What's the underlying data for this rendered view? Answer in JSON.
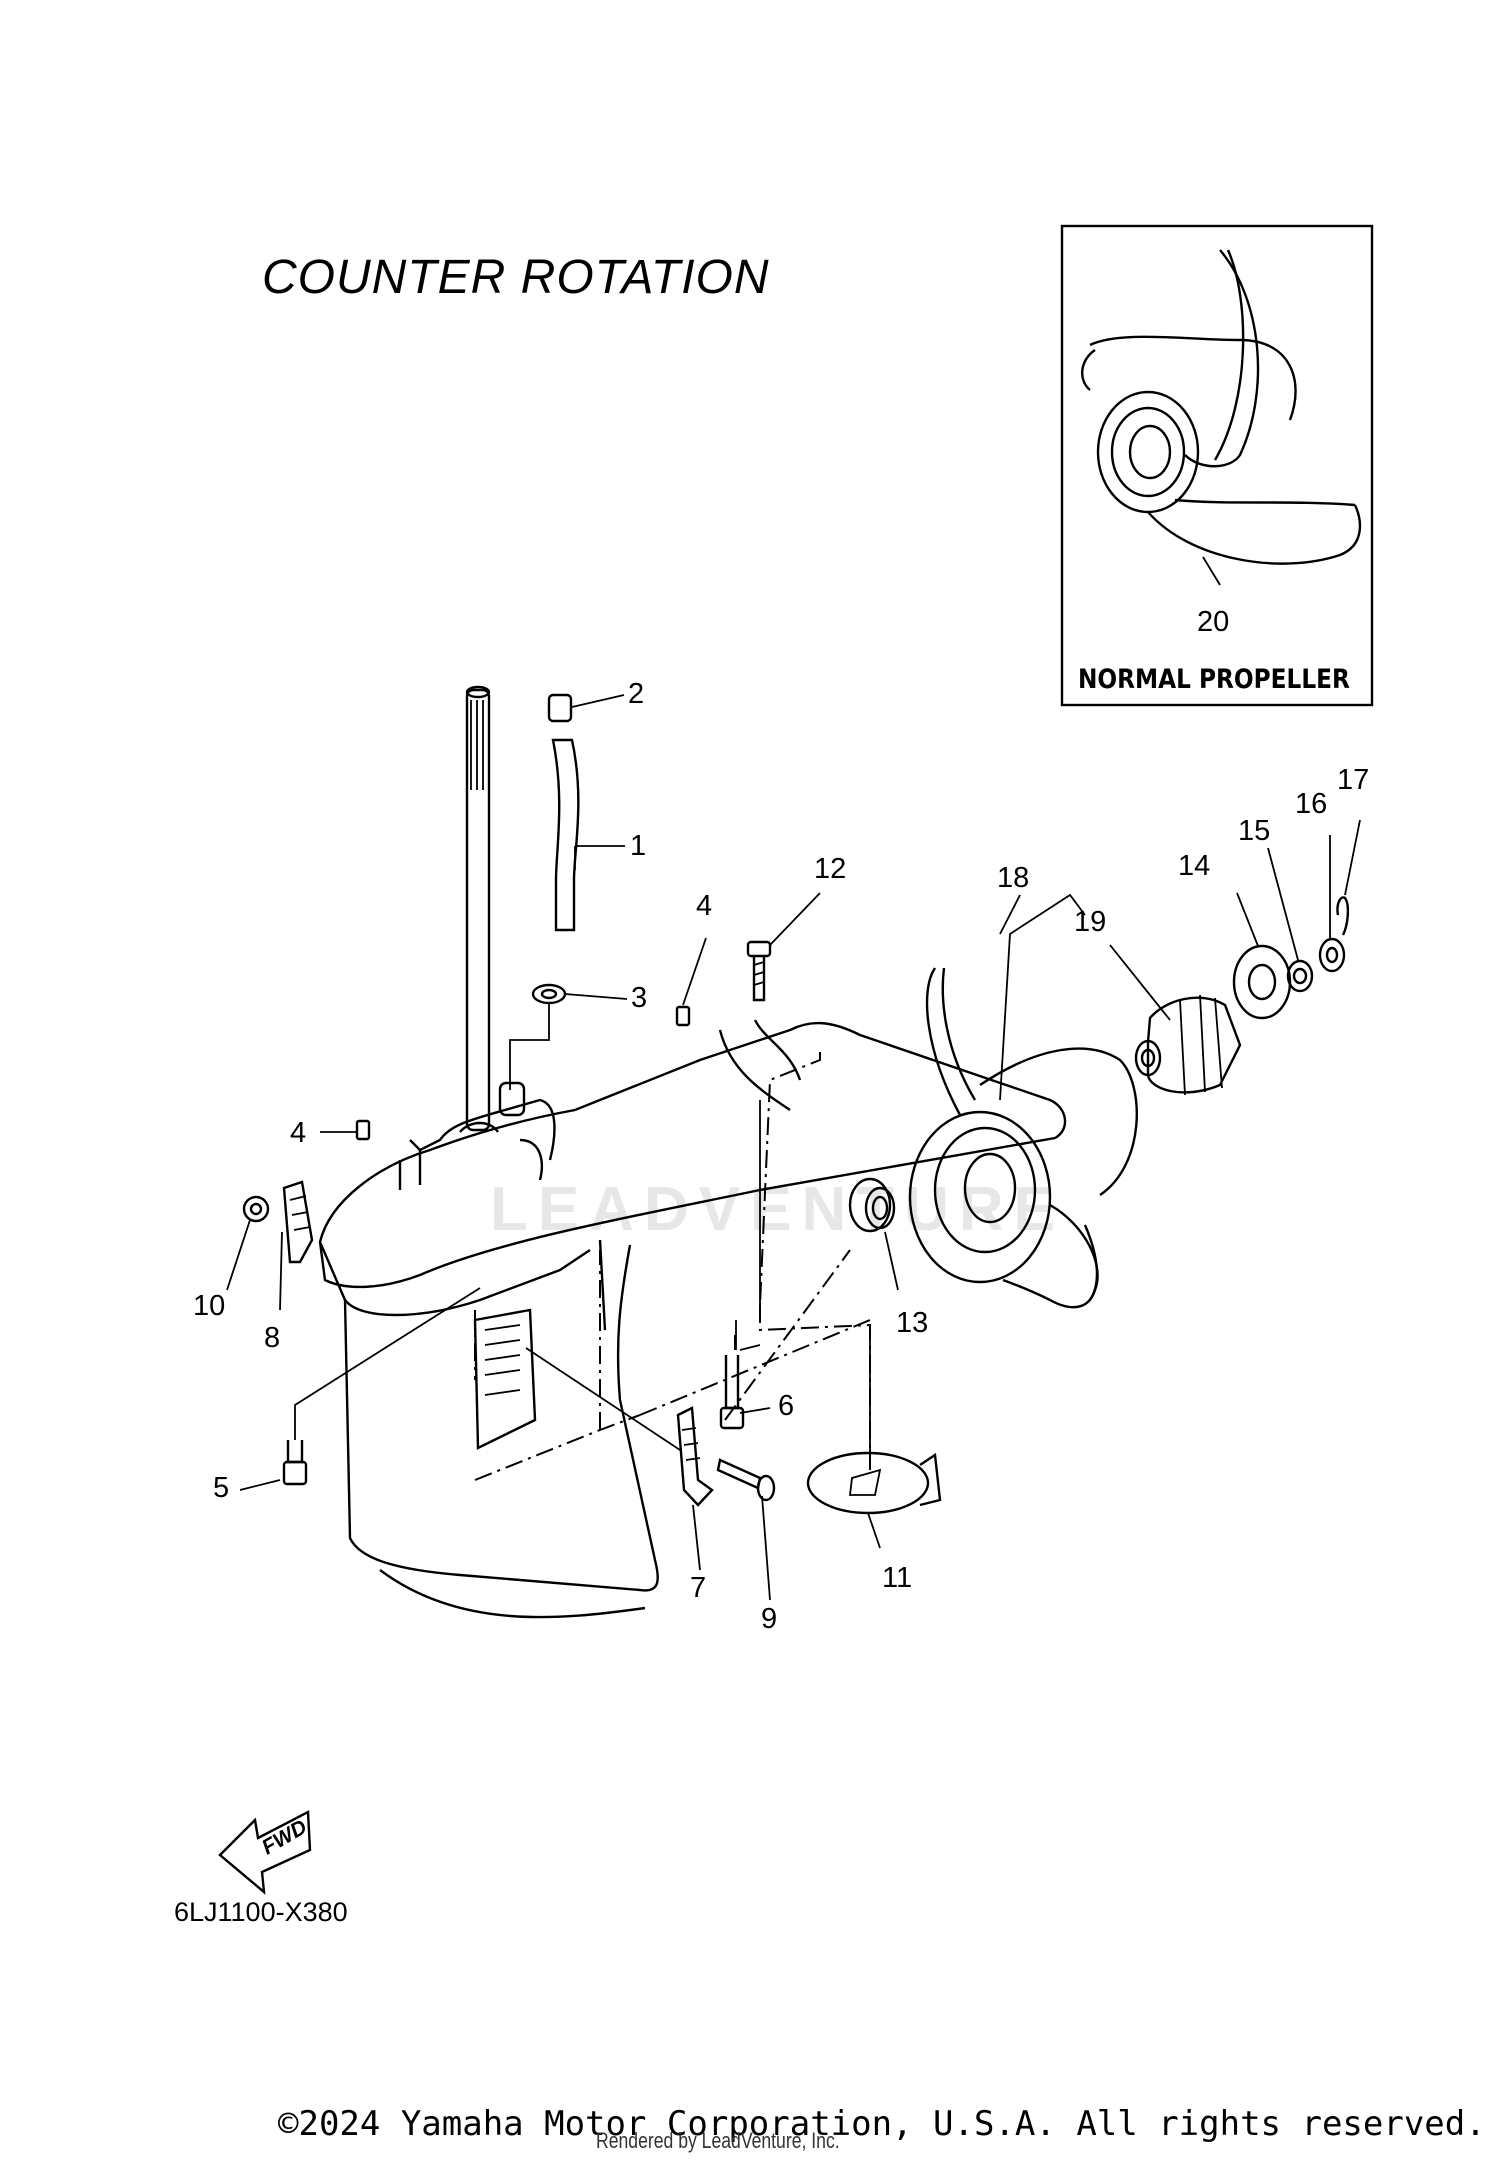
{
  "title": "COUNTER  ROTATION",
  "inset": {
    "caption": "NORMAL PROPELLER"
  },
  "diagram_code": "6LJ1100-X380",
  "fwd_label": "FWD",
  "watermark": "LEADVENTURE",
  "footer": {
    "copyright": "©2024 Yamaha Motor Corporation, U.S.A. All rights reserved.",
    "rendered_by": "Rendered by LeadVenture, Inc."
  },
  "callouts": {
    "c1": "1",
    "c2": "2",
    "c3": "3",
    "c4a": "4",
    "c4b": "4",
    "c5": "5",
    "c6": "6",
    "c7": "7",
    "c8": "8",
    "c9": "9",
    "c10": "10",
    "c11": "11",
    "c12": "12",
    "c13": "13",
    "c14": "14",
    "c15": "15",
    "c16": "16",
    "c17": "17",
    "c18": "18",
    "c19": "19",
    "c20": "20"
  }
}
